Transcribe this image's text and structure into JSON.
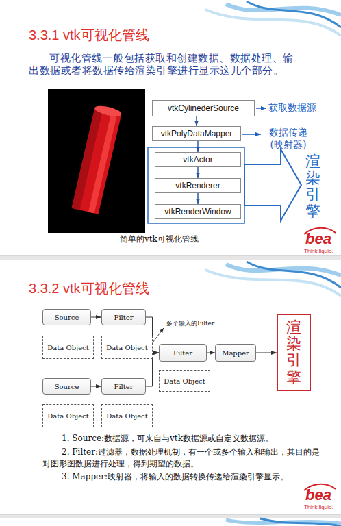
{
  "diagram": {
    "title": "3.3.1 vtk可视化管线",
    "caption": "简单的vtk可视化管线",
    "nodes": [
      {
        "text": [
          "vtkCylinederSource"
        ]
      },
      {
        "text": [
          "vtkPolyDataMapper"
        ]
      },
      {
        "text": [
          "vtkActor"
        ]
      },
      {
        "text": [
          "vtkRenderer"
        ]
      },
      {
        "text": [
          "vtkRenderWindow"
        ]
      },
      {
        "text": [
          "Source"
        ]
      },
      {
        "text": [
          "Filter"
        ]
      },
      {
        "text": [
          "Data Object"
        ]
      },
      {
        "text": [
          "Data Object"
        ]
      },
      {
        "text": [
          "Filter"
        ]
      },
      {
        "text": [
          "Mapper"
        ]
      },
      {
        "text": [
          "渲染引擎"
        ]
      },
      {
        "text": [
          "Data Object"
        ]
      },
      {
        "text": [
          "Source"
        ]
      },
      {
        "text": [
          "Filter"
        ]
      },
      {
        "text": [
          "Data Object"
        ]
      },
      {
        "text": [
          "Data Object"
        ]
      }
    ],
    "edges": [
      {
        "from": 0,
        "to": 1,
        "arrow": "to"
      },
      {
        "from": 1,
        "to": 2,
        "arrow": "to"
      },
      {
        "from": 2,
        "to": 3,
        "arrow": "to"
      },
      {
        "from": 3,
        "to": 4,
        "arrow": "to"
      },
      {
        "from": 5,
        "to": 6,
        "arrow": "to"
      },
      {
        "from": 6,
        "to": 9,
        "arrow": "to"
      },
      {
        "from": 9,
        "to": 10,
        "arrow": "to"
      },
      {
        "from": 10,
        "to": 11,
        "arrow": "to"
      },
      {
        "from": 13,
        "to": 14,
        "arrow": "to"
      },
      {
        "from": 14,
        "to": 9,
        "arrow": "to"
      }
    ],
    "labels": [
      "3.3.2 vtk可视化管线",
      "可视化管线一般包括获取和创建数据、数据处理、输出数据或者将数据传给渲染引擎进行显示这几个部分。",
      "获取数据源",
      "数据传递 (映射器)",
      "渲染引擎",
      "bea",
      "Think liquid.",
      "多个输入的Filter",
      "1. Source:数据源，可来自与vtk数据源或自定义数据源。",
      "2. Filter:过滤器，数据处理机制，有一个或多个输入和输出，其目的是对图形图数据进行处理，得到期望的数据。",
      "3. Mapper:映射器，将输入的数据转换传递给渲染引擎显示。",
      "bea",
      "Think liquid."
    ]
  }
}
